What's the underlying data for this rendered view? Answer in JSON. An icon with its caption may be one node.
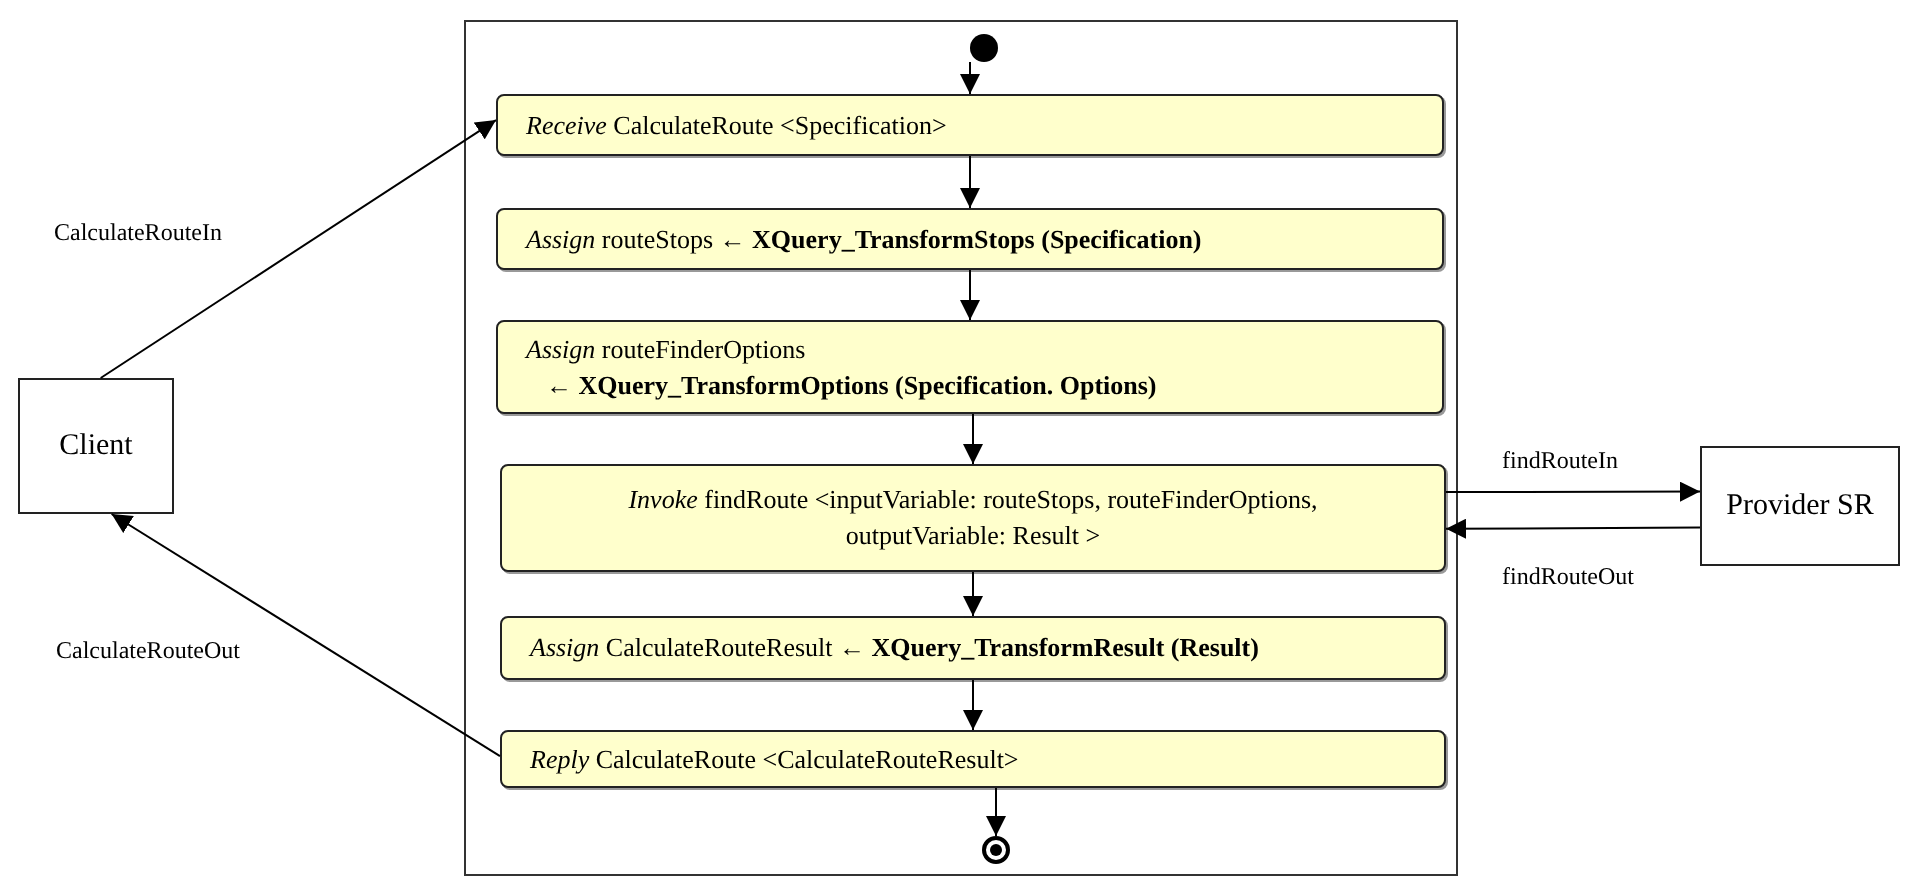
{
  "diagram": {
    "nodes": [
      {
        "text": [],
        "shape": "box"
      },
      {
        "text": [],
        "shape": "circle",
        "in": 0
      },
      {
        "text": [
          "*Receive* CalculateRoute <Specification>"
        ],
        "in": 0
      },
      {
        "text": [
          "*Assign* routeStops ← **XQuery_TransformStops (Specification)**"
        ],
        "in": 0
      },
      {
        "text": [
          "*Assign* routeFinderOptions **← XQuery_TransformOptions (Specification. Options)**"
        ],
        "in": 0
      },
      {
        "text": [
          "*Invoke* findRoute <inputVariable: routeStops, routeFinderOptions, outputVariable: Result >"
        ],
        "in": 0
      },
      {
        "text": [
          "*Assign* CalculateRouteResult ← **XQuery_TransformResult (Result)**"
        ],
        "in": 0
      },
      {
        "text": [
          "*Reply* CalculateRoute <CalculateRouteResult>"
        ],
        "in": 0
      },
      {
        "text": [],
        "shape": "circle",
        "in": 0
      },
      {
        "text": [
          "Client"
        ]
      },
      {
        "text": [
          "Provider SR"
        ]
      }
    ],
    "edges": [
      {
        "from": 1,
        "to": 2,
        "arrow": "to"
      },
      {
        "from": 2,
        "to": 3,
        "arrow": "to"
      },
      {
        "from": 3,
        "to": 4,
        "arrow": "to"
      },
      {
        "from": 4,
        "to": 5,
        "arrow": "to"
      },
      {
        "from": 5,
        "to": 6,
        "arrow": "to"
      },
      {
        "from": 6,
        "to": 7,
        "arrow": "to"
      },
      {
        "from": 7,
        "to": 8,
        "arrow": "to"
      },
      {
        "from": 9,
        "to": 2,
        "arrow": "to",
        "label": "CalculateRouteIn"
      },
      {
        "from": 7,
        "to": 9,
        "arrow": "to",
        "label": "CalculateRouteOut"
      },
      {
        "from": 5,
        "to": 10,
        "arrow": "to",
        "label": "findRouteIn"
      },
      {
        "from": 10,
        "to": 5,
        "arrow": "to",
        "label": "findRouteOut"
      }
    ]
  }
}
